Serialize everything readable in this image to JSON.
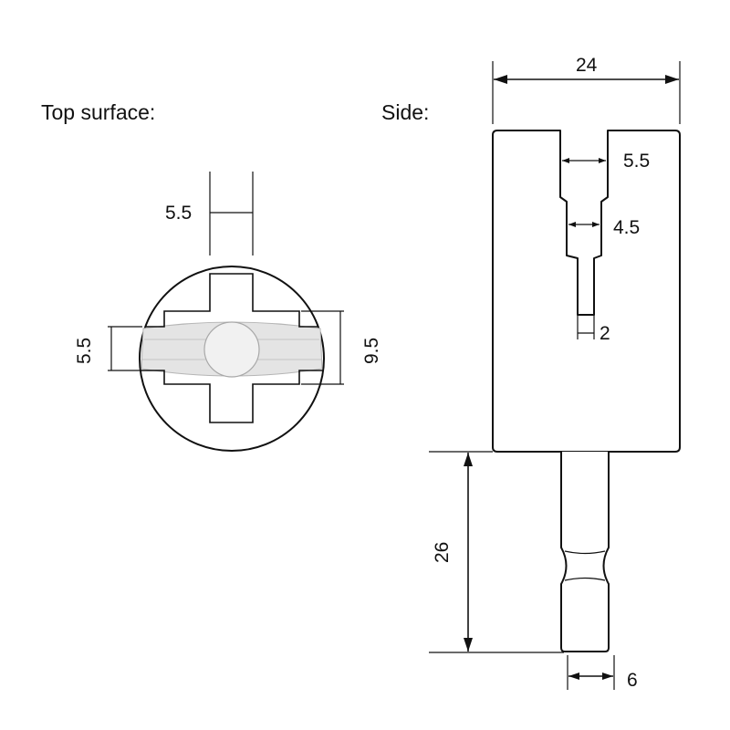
{
  "labels": {
    "top_surface": "Top surface:",
    "side": "Side:"
  },
  "dimensions": {
    "top_cross_arm_width": "5.5",
    "top_slot_height": "5.5",
    "top_outer_height": "9.5",
    "side_block_width": "24",
    "slot_top_width": "5.5",
    "slot_middle_width": "4.5",
    "slot_bottom_width": "2",
    "shaft_length": "26",
    "shaft_width": "6"
  },
  "colors": {
    "line": "#111111",
    "shaft_fill": "#e4e4e4",
    "background": "#ffffff"
  }
}
